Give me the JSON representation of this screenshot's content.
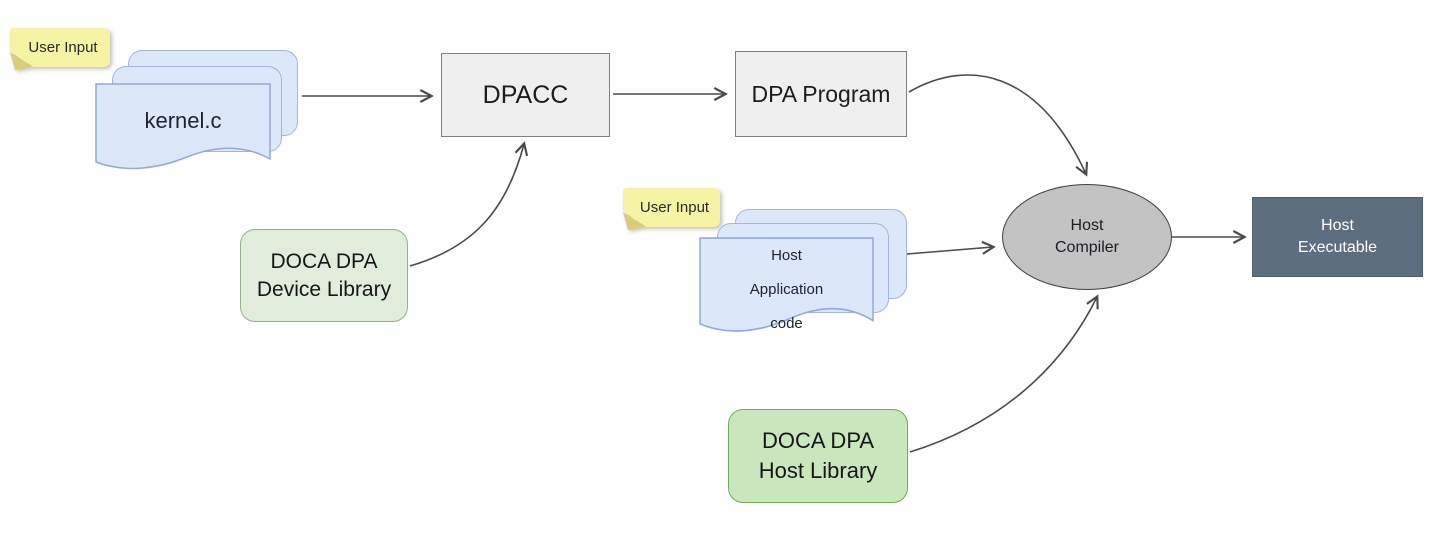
{
  "diagram": {
    "type": "flow-diagram",
    "topic": "DPA program compilation flow"
  },
  "notes": {
    "user_input_1": "User Input",
    "user_input_2": "User Input"
  },
  "nodes": {
    "kernel_stack": {
      "label": "kernel.c"
    },
    "dpacc": {
      "label": "DPACC"
    },
    "dpa_program": {
      "label": "DPA Program"
    },
    "device_library": {
      "line1": "DOCA DPA",
      "line2": "Device Library"
    },
    "host_app_stack": {
      "line1": "Host",
      "line2": "Application",
      "line3": "code"
    },
    "host_compiler": {
      "line1": "Host",
      "line2": "Compiler"
    },
    "host_library": {
      "line1": "DOCA DPA",
      "line2": "Host Library"
    },
    "host_executable": {
      "line1": "Host",
      "line2": "Executable"
    }
  },
  "edges": [
    {
      "from": "kernel_stack",
      "to": "dpacc"
    },
    {
      "from": "dpacc",
      "to": "dpa_program"
    },
    {
      "from": "dpa_program",
      "to": "host_compiler"
    },
    {
      "from": "device_library",
      "to": "dpacc"
    },
    {
      "from": "host_app_stack",
      "to": "host_compiler"
    },
    {
      "from": "host_library",
      "to": "host_compiler"
    },
    {
      "from": "host_compiler",
      "to": "host_executable"
    }
  ],
  "colors": {
    "background": "#ffffff",
    "note_fill": "#f7f3a4",
    "note_fold": "#d9cd7a",
    "document_fill": "#dbe8fa",
    "document_border": "#a2b6da",
    "process_fill": "#efefef",
    "process_border": "#7f7f7f",
    "device_library_fill": "#dfedda",
    "host_library_fill": "#c9e7bc",
    "compiler_fill": "#c3c3c3",
    "executable_fill": "#5d6e7e",
    "arrow": "#4a4a4a"
  }
}
